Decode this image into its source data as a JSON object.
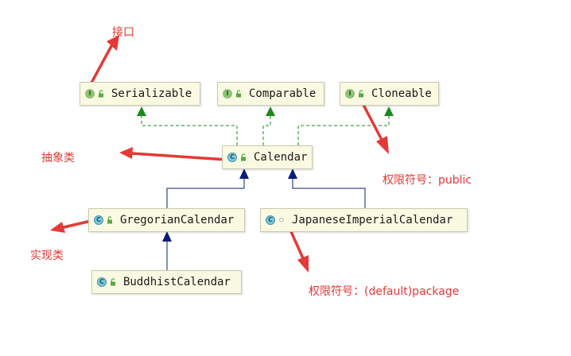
{
  "nodes": {
    "serializable": {
      "name": "Serializable",
      "badge": "I"
    },
    "comparable": {
      "name": "Comparable",
      "badge": "I"
    },
    "cloneable": {
      "name": "Cloneable",
      "badge": "I"
    },
    "calendar": {
      "name": "Calendar",
      "badge": "C"
    },
    "gregorian": {
      "name": "GregorianCalendar",
      "badge": "C"
    },
    "japanese": {
      "name": "JapaneseImperialCalendar",
      "badge": "C"
    },
    "buddhist": {
      "name": "BuddhistCalendar",
      "badge": "C"
    }
  },
  "annotations": {
    "interface": "接口",
    "abstract_class": "抽象类",
    "impl_class": "实现类",
    "access_public": "权限符号：public",
    "access_default": "权限符号：(default)package"
  },
  "colors": {
    "interface_arrow": "#1a8a1a",
    "class_arrow": "#0a1d7a",
    "annotation": "#e53935"
  }
}
